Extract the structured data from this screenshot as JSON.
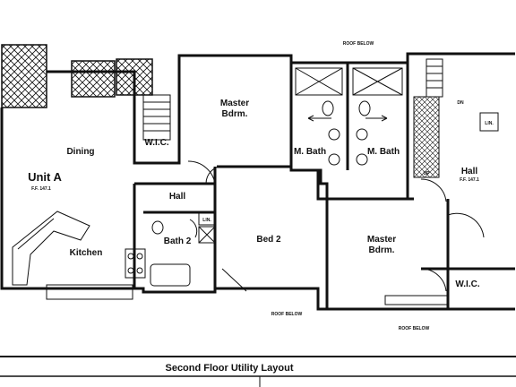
{
  "title": "Second Floor Utility Layout",
  "unit": {
    "name": "Unit A",
    "floor_finish": "F.F. 147.1"
  },
  "rooms": {
    "master_bdrm_1": [
      "Master",
      "Bdrm."
    ],
    "dining": "Dining",
    "wic_1": "W.I.C.",
    "m_bath_1": "M. Bath",
    "m_bath_2": "M. Bath",
    "hall_1": "Hall",
    "hall_2": "Hall",
    "bath_2": "Bath 2",
    "bed_2": "Bed 2",
    "kitchen": "Kitchen",
    "master_bdrm_2": [
      "Master",
      "Bdrm."
    ],
    "wic_2": "W.I.C."
  },
  "notes": {
    "roof_below_top": "ROOF BELOW",
    "roof_below_mid": "ROOF BELOW",
    "roof_below_bottom": "ROOF BELOW",
    "hall_2_ff": "F.F. 147.1",
    "lin_1": "LIN.",
    "lin_2": "LIN.",
    "up_1": "UP",
    "dn": "DN"
  },
  "colors": {
    "line": "#111111",
    "background": "#ffffff"
  }
}
